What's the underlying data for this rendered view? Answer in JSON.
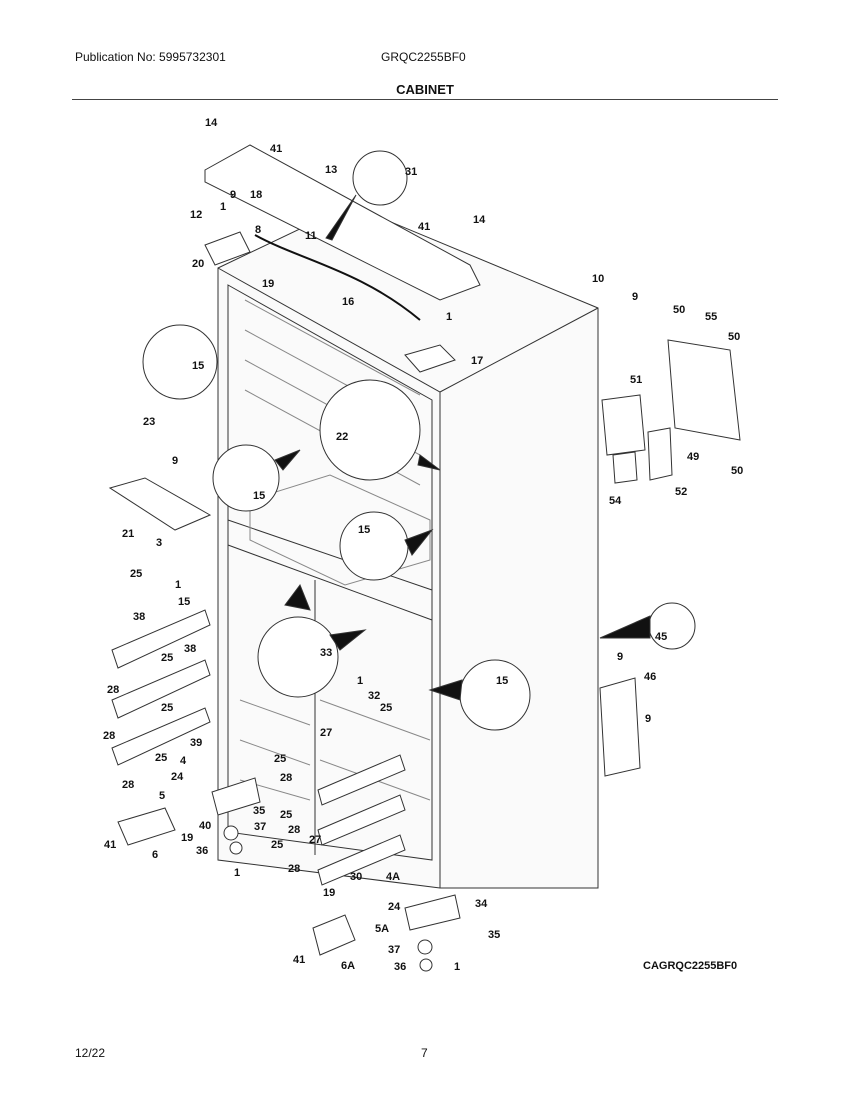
{
  "header": {
    "publication": "Publication No: 5995732301",
    "model": "GRQC2255BF0",
    "section_title": "CABINET"
  },
  "footer": {
    "date": "12/22",
    "page_number": "7",
    "diagram_code": "CAGRQC2255BF0"
  },
  "part_labels": [
    "14",
    "41",
    "13",
    "31",
    "9",
    "18",
    "12",
    "1",
    "8",
    "11",
    "41",
    "14",
    "20",
    "19",
    "16",
    "10",
    "9",
    "50",
    "55",
    "50",
    "1",
    "17",
    "15",
    "51",
    "23",
    "22",
    "9",
    "15",
    "49",
    "50",
    "54",
    "52",
    "21",
    "15",
    "3",
    "25",
    "1",
    "15",
    "38",
    "45",
    "33",
    "9",
    "38",
    "25",
    "46",
    "28",
    "15",
    "1",
    "32",
    "25",
    "25",
    "9",
    "28",
    "39",
    "27",
    "25",
    "28",
    "25",
    "4",
    "24",
    "28",
    "5",
    "35",
    "25",
    "41",
    "40",
    "37",
    "19",
    "28",
    "6",
    "36",
    "25",
    "1",
    "27",
    "28",
    "30",
    "4A",
    "19",
    "24",
    "34",
    "5A",
    "35",
    "37",
    "41",
    "6A",
    "36",
    "1"
  ]
}
